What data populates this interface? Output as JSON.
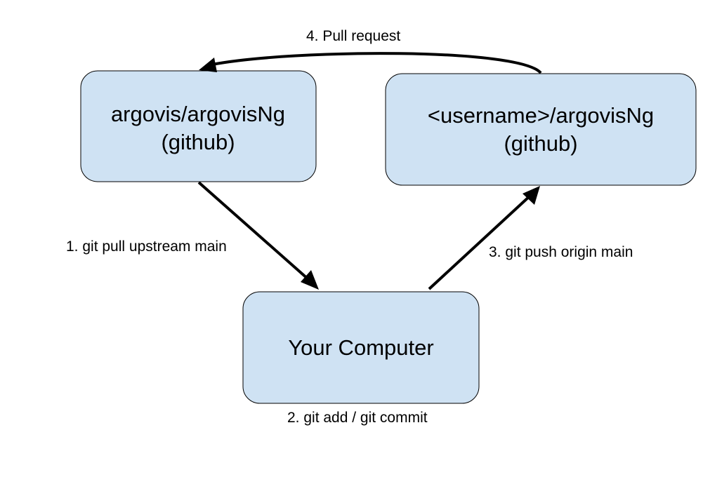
{
  "colors": {
    "box_fill": "#cfe2f3",
    "box_stroke": "#000000",
    "arrow": "#000000"
  },
  "nodes": {
    "upstream": {
      "line1": "argovis/argovisNg",
      "line2": "(github)"
    },
    "fork": {
      "line1": "<username>/argovisNg",
      "line2": "(github)"
    },
    "local": {
      "line1": "Your Computer"
    }
  },
  "edges": {
    "pull_upstream": "1. git pull upstream main",
    "commit": "2. git add / git commit",
    "push_origin": "3. git push origin main",
    "pull_request": "4. Pull request"
  }
}
